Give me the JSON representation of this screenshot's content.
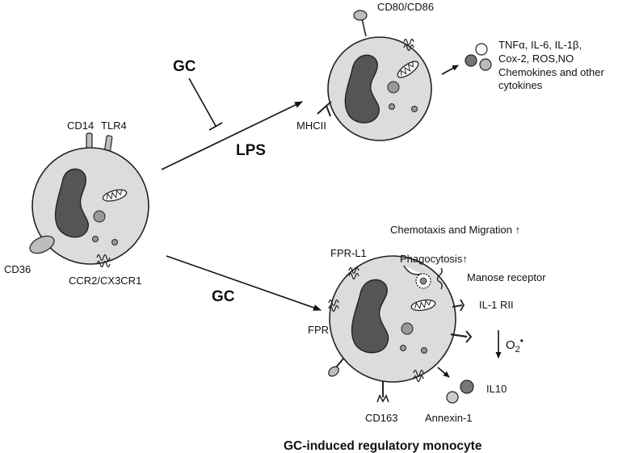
{
  "diagram": {
    "title": "GC-induced regulatory monocyte",
    "stimuli": {
      "gc_inhibit": "GC",
      "lps": "LPS",
      "gc_lower": "GC"
    },
    "resting_monocyte": {
      "labels": [
        "CD14",
        "TLR4",
        "CD36",
        "CCR2/CX3CR1"
      ]
    },
    "activated_monocyte": {
      "labels": [
        "CD80/CD86",
        "MHCII"
      ],
      "outputs": [
        "TNFα, IL-6, IL-1β,",
        "Cox-2, ROS,NO",
        "Chemokines and other",
        "cytokines"
      ]
    },
    "regulatory_monocyte": {
      "labels": [
        "FPR-L1",
        "FPR",
        "Manose receptor",
        "IL-1 RII",
        "CD163",
        "Annexin-1",
        "IL10"
      ],
      "effects": [
        "Chemotaxis and Migration ↑",
        "Phagocytosis↑"
      ],
      "o2_label": "O",
      "o2_sub": "2",
      "o2_sup": "•"
    }
  },
  "colors": {
    "cell_fill": "#dcdcdc",
    "nucleus": "#555555",
    "outline": "#222222"
  }
}
